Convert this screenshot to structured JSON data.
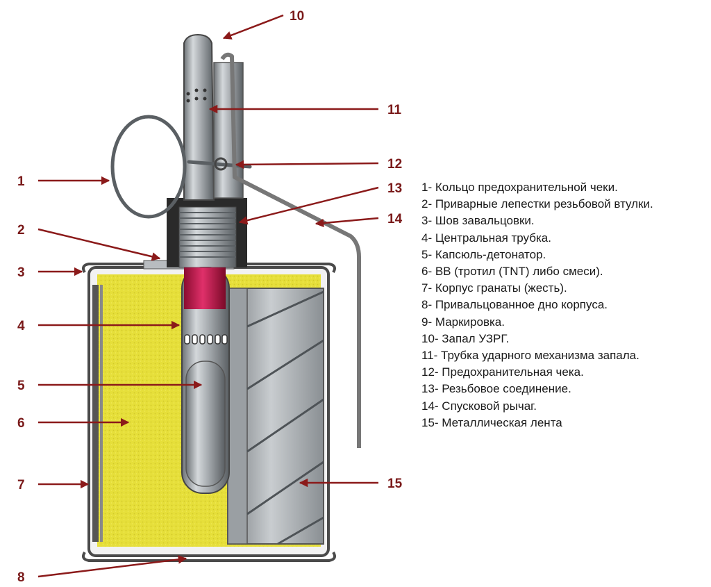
{
  "diagram": {
    "colors": {
      "callout": "#8b1a1a",
      "explosive": "#e8e23a",
      "metal": "#9fa4a8",
      "detonator": "#c01245"
    },
    "callouts": [
      {
        "num": "1",
        "part": "ring"
      },
      {
        "num": "2",
        "part": "welded-tabs"
      },
      {
        "num": "3",
        "part": "rolled-seam"
      },
      {
        "num": "4",
        "part": "central-tube"
      },
      {
        "num": "5",
        "part": "detonator-cap"
      },
      {
        "num": "6",
        "part": "explosive"
      },
      {
        "num": "7",
        "part": "body"
      },
      {
        "num": "8",
        "part": "rolled-bottom"
      },
      {
        "num": "10",
        "part": "fuse"
      },
      {
        "num": "11",
        "part": "striker-tube"
      },
      {
        "num": "12",
        "part": "safety-pin"
      },
      {
        "num": "13",
        "part": "threaded-joint"
      },
      {
        "num": "14",
        "part": "lever"
      },
      {
        "num": "15",
        "part": "metal-strip"
      }
    ],
    "legend": [
      "1- Кольцо предохранительной чеки.",
      "2- Приварные лепестки резьбовой втулки.",
      "3- Шов завальцовки.",
      "4- Центральная трубка.",
      "5- Капсюль-детонатор.",
      "6- ВВ (тротил (TNT) либо смеси).",
      "7- Корпус гранаты (жесть).",
      "8- Привальцованное дно корпуса.",
      "9- Маркировка.",
      "10- Запал УЗРГ.",
      "11- Трубка ударного механизма запала.",
      "12- Предохранительная чека.",
      "13- Резьбовое соединение.",
      "14- Спусковой рычаг.",
      "15- Металлическая лента"
    ]
  }
}
